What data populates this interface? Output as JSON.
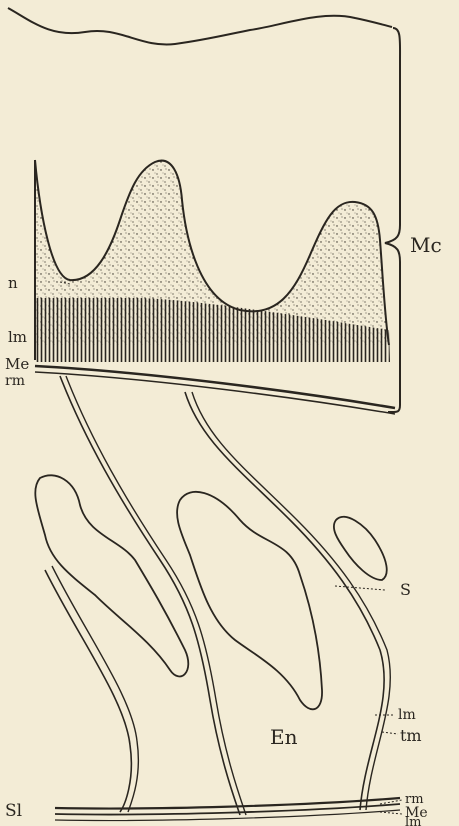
{
  "figure": {
    "labels": {
      "mc": "Mc",
      "n": "n",
      "lm_upper": "lm",
      "me_upper": "Me",
      "rm_upper": "rm",
      "s": "S",
      "lm_mid": "lm",
      "tm": "tm",
      "en": "En",
      "si": "Sl",
      "rm_lower": "rm",
      "me_lower": "Me",
      "lm_lower": "lm"
    },
    "colors": {
      "ink": "#2a2620",
      "paper": "#f3ecd6"
    }
  }
}
